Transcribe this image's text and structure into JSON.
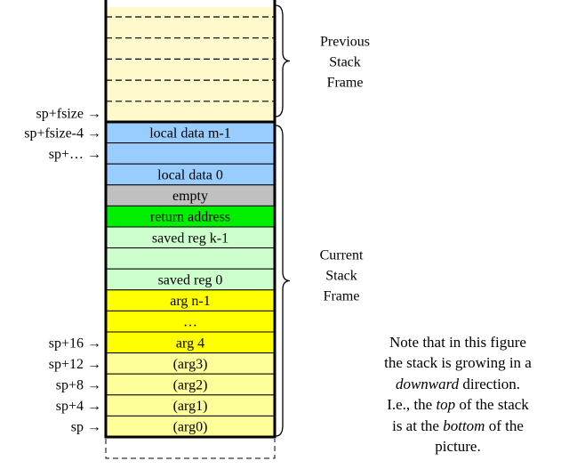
{
  "previous_frame": {
    "label_lines": [
      "Previous",
      "Stack",
      "Frame"
    ],
    "fill": "#fff9cc",
    "dash_lines": 5
  },
  "current_frame": {
    "label_lines": [
      "Current",
      "Stack",
      "Frame"
    ]
  },
  "stack_cells": [
    {
      "text": "local data m-1",
      "fill": "#99ccff"
    },
    {
      "text": "",
      "fill": "#99ccff"
    },
    {
      "text": "local data 0",
      "fill": "#99ccff"
    },
    {
      "text": "empty",
      "fill": "#c0c0c0"
    },
    {
      "text": "return address",
      "fill": "#00ee00"
    },
    {
      "text": "saved reg k-1",
      "fill": "#ccffcc"
    },
    {
      "text": "",
      "fill": "#ccffcc"
    },
    {
      "text": "saved reg 0",
      "fill": "#ccffcc"
    },
    {
      "text": "arg n-1",
      "fill": "#ffff00"
    },
    {
      "text": "…",
      "fill": "#ffff00"
    },
    {
      "text": "arg 4",
      "fill": "#ffff00"
    },
    {
      "text": "(arg3)",
      "fill": "#ffff99"
    },
    {
      "text": "(arg2)",
      "fill": "#ffff99"
    },
    {
      "text": "(arg1)",
      "fill": "#ffff99"
    },
    {
      "text": "(arg0)",
      "fill": "#ffff99"
    }
  ],
  "pointer_labels": [
    {
      "text": "sp+fsize",
      "boundary": 0
    },
    {
      "text": "sp+fsize-4",
      "cell": 0
    },
    {
      "text": "sp+…",
      "cell": 1
    },
    {
      "text": "sp+16",
      "cell": 10
    },
    {
      "text": "sp+12",
      "cell": 11
    },
    {
      "text": "sp+8",
      "cell": 12
    },
    {
      "text": "sp+4",
      "cell": 13
    },
    {
      "text": "sp",
      "cell": 14
    }
  ],
  "arrow_glyph": "→",
  "note": {
    "l1": "Note that in this figure",
    "l2": "the stack is growing in a",
    "l3_em": "downward",
    "l3": " direction.",
    "l4a": "I.e., the ",
    "l4_em": "top",
    "l4b": " of the stack",
    "l5a": "is at the ",
    "l5_em": "bottom",
    "l5b": " of the",
    "l6": "picture."
  }
}
